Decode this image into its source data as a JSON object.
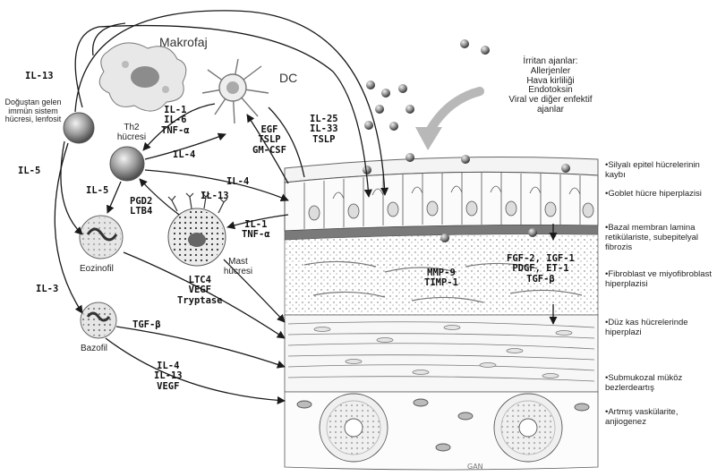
{
  "cells": {
    "macrophage": "Makrofaj",
    "dendritic_cell": "DC",
    "innate_lymphoid": "Doğuştan gelen immün sistem hücresi, lenfosit",
    "th2": "Th2 hücresi",
    "eosinophil": "Eozinofil",
    "mast_cell": "Mast hücresi",
    "basophil": "Bazofil"
  },
  "irritants": {
    "title": "İrritan ajanlar:",
    "items": [
      "Allerjenler",
      "Hava kirliliği",
      "Endotoksin",
      "Viral ve diğer enfektif ajanlar"
    ]
  },
  "cytokines": {
    "il13_top": "IL-13",
    "il1_il6_tnf": [
      "IL-1",
      "IL-6",
      "TNF-α"
    ],
    "il4_th2_dc": "IL-4",
    "egf_tslp_gmcsf": [
      "EGF",
      "TSLP",
      "GM-CSF"
    ],
    "il25_il33_tslp": [
      "IL-25",
      "IL-33",
      "TSLP"
    ],
    "il5_left": "IL-5",
    "il5_th2": "IL-5",
    "il4_th2_epi": "IL-4",
    "il13_th2_epi": "IL-13",
    "pgd2_ltb4": [
      "PGD2",
      "LTB4"
    ],
    "il1_tnf_epi": [
      "IL-1",
      "TNF-α"
    ],
    "ltc4_vegf_tryptase": [
      "LTC4",
      "VEGF",
      "Tryptase"
    ],
    "il3": "IL-3",
    "tgf_beta_left": "TGF-β",
    "il4_il13_vegf": [
      "IL-4",
      "IL-13",
      "VEGF"
    ],
    "mmp9_timp1": [
      "MMP-9",
      "TIMP-1"
    ],
    "growth_factors": [
      "FGF-2, IGF-1",
      "PDGF, ET-1",
      "TGF-β"
    ]
  },
  "effects": [
    "•Silyalı epitel hücrelerinin kaybı",
    "•Goblet hücre hiperplazisi",
    "•Bazal membran lamina retikülariste, subepitelyal fibrozis",
    "•Fibroblast ve miyofibroblast hiperplazisi",
    "•Düz kas hücrelerinde hiperplazi",
    "•Submukozal müköz bezlerdeartış",
    "•Artmış vaskülarite, anjiogenez"
  ],
  "watermark": "GAN",
  "colors": {
    "ink": "#1a1a1a",
    "cell_gray": "#9a9a9a",
    "tissue_line": "#555555",
    "arrow_gray": "#a8a8a8"
  }
}
